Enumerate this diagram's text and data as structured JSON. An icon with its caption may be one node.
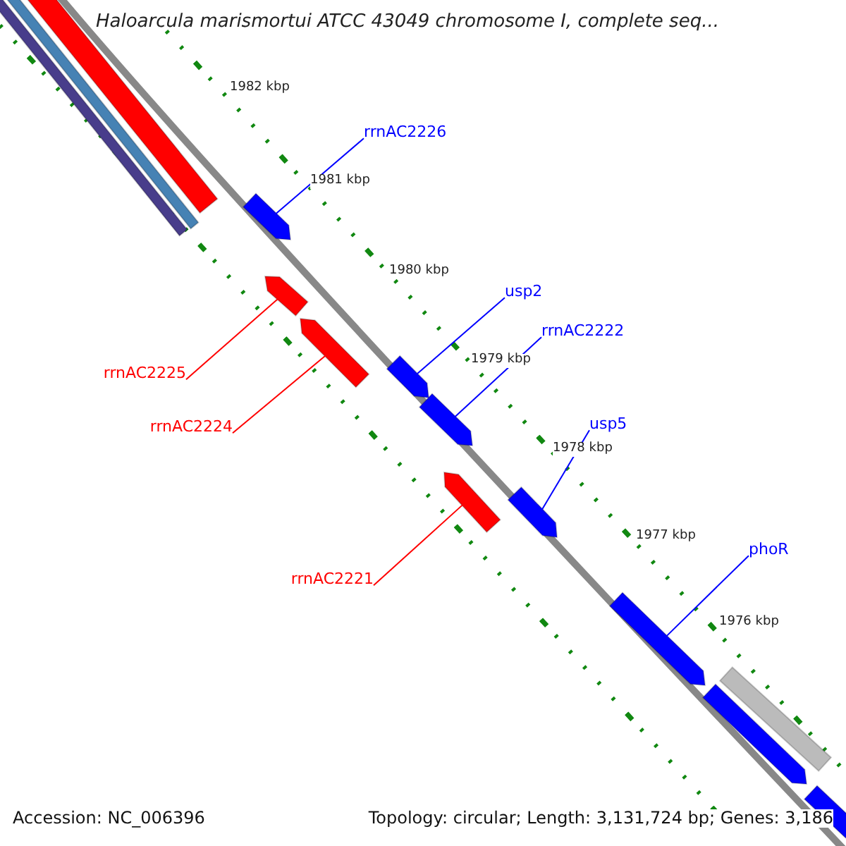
{
  "diagram": {
    "title": "Haloarcula marismortui ATCC 43049 chromosome I, complete seq...",
    "nodes": [
      {
        "text": [
          "rrnAC2226"
        ]
      },
      {
        "text": [],
        "shape": "bar"
      },
      {
        "text": [],
        "shape": "bar"
      },
      {
        "text": [
          "usp2"
        ]
      },
      {
        "text": [
          "rrnAC2222"
        ]
      },
      {
        "text": [],
        "shape": "bar"
      },
      {
        "text": [
          "rrnAC2225"
        ]
      },
      {
        "text": [],
        "shape": "bar"
      },
      {
        "text": [],
        "shape": "bar"
      },
      {
        "text": [
          "usp5"
        ]
      },
      {
        "text": [
          "rrnAC2224"
        ]
      },
      {
        "text": [],
        "shape": "bar"
      },
      {
        "text": [],
        "shape": "bar"
      },
      {
        "text": [
          "phoR"
        ]
      },
      {
        "text": [
          "rrnAC2221"
        ]
      },
      {
        "text": [],
        "shape": "bar"
      },
      {
        "text": [],
        "shape": "bar"
      },
      {
        "text": [],
        "shape": "bar"
      },
      {
        "text": [],
        "shape": "bar"
      },
      {
        "text": [],
        "shape": "bar"
      },
      {
        "text": [],
        "shape": "bar"
      },
      {
        "text": [],
        "shape": "bar"
      }
    ],
    "edges": [
      {
        "from": 0,
        "to": 1,
        "arrow": "none"
      },
      {
        "from": 3,
        "to": 7,
        "arrow": "none"
      },
      {
        "from": 4,
        "to": 8,
        "arrow": "none"
      },
      {
        "from": 6,
        "to": 2,
        "arrow": "none",
        "color": "#ff0000"
      },
      {
        "from": 10,
        "to": 5,
        "arrow": "none",
        "color": "#ff0000"
      },
      {
        "from": 9,
        "to": 12,
        "arrow": "none"
      },
      {
        "from": 13,
        "to": 15,
        "arrow": "none"
      },
      {
        "from": 14,
        "to": 11,
        "arrow": "none",
        "color": "#ff0000"
      }
    ],
    "labels": [
      "1982 kbp",
      "1981 kbp",
      "1980 kbp",
      "1979 kbp",
      "1978 kbp",
      "1977 kbp",
      "1976 kbp",
      "Accession: NC_006396",
      "Topology: circular; Length: 3,131,724 bp; Genes: 3,186"
    ]
  }
}
